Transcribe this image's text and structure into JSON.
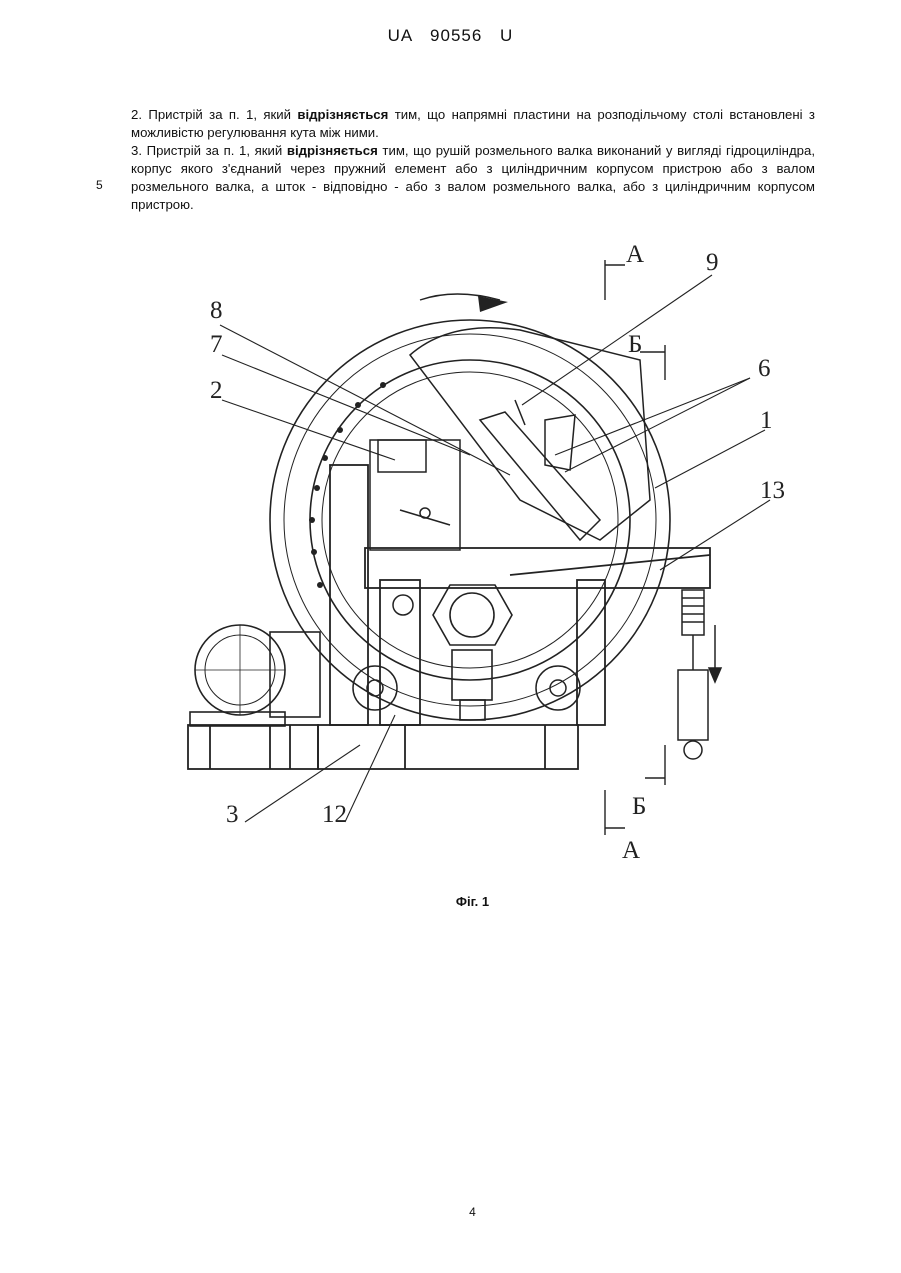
{
  "header": {
    "doc_number": "UA 90556 U"
  },
  "claims": {
    "claim2": {
      "before": "2. Пристрій за п. 1, який ",
      "bold": "відрізняється",
      "after": " тим, що напрямні пластини на розподільчому столі встановлені з можливістю регулювання кута між ними."
    },
    "claim3": {
      "before": "3. Пристрій за п. 1, який ",
      "bold": "відрізняється",
      "after": " тим, що рушій розмельного валка виконаний у вигляді гідроциліндра, корпус якого з'єднаний через пружний елемент або з циліндричним корпусом пристрою або з валом розмельного валка, а шток - відповідно - або з валом розмельного валка, або з циліндричним корпусом пристрою."
    },
    "line_number": "5"
  },
  "figure": {
    "labels": {
      "l1": "1",
      "l2": "2",
      "l3": "3",
      "l6": "6",
      "l7": "7",
      "l8": "8",
      "l9": "9",
      "l12": "12",
      "l13": "13",
      "sectionA_top": "А",
      "sectionA_bottom": "А",
      "sectionB_top": "Б",
      "sectionB_bottom": "Б"
    },
    "caption": "Фіг. 1"
  },
  "page_number": "4"
}
